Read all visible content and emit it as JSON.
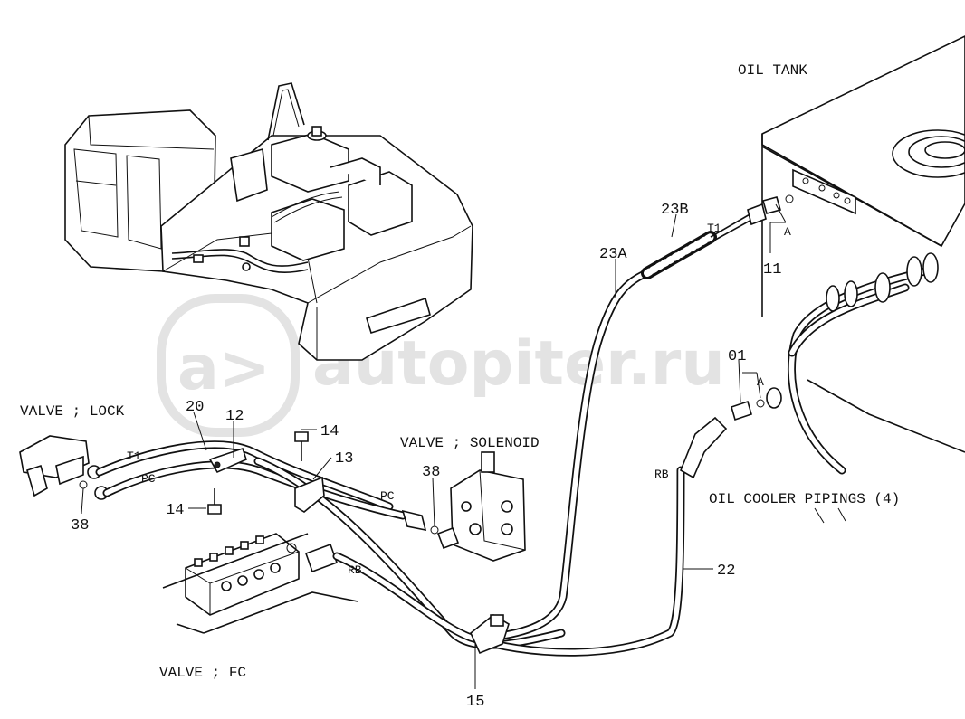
{
  "watermark": {
    "text": "autopiter.ru"
  },
  "captions": {
    "oil_tank": "OIL TANK",
    "valve_lock": "VALVE ; LOCK",
    "valve_solenoid": "VALVE ; SOLENOID",
    "valve_fc": "VALVE ; FC",
    "oil_cooler_pipings": "OIL COOLER PIPINGS (4)"
  },
  "port_labels": {
    "t1_lock": "T1",
    "pc_lock": "PC",
    "pc_solenoid": "PC",
    "rb_fc": "RB",
    "t1_tank": "T1",
    "rb_cooler": "RB",
    "a_upper": "A",
    "a_lower": "A"
  },
  "part_numbers": {
    "p20": "20",
    "p12": "12",
    "p14_top": "14",
    "p13": "13",
    "p14_bottom": "14",
    "p38_left": "38",
    "p38_right": "38",
    "p23b": "23B",
    "p23a": "23A",
    "p11": "11",
    "p01": "01",
    "p22": "22",
    "p15": "15"
  }
}
